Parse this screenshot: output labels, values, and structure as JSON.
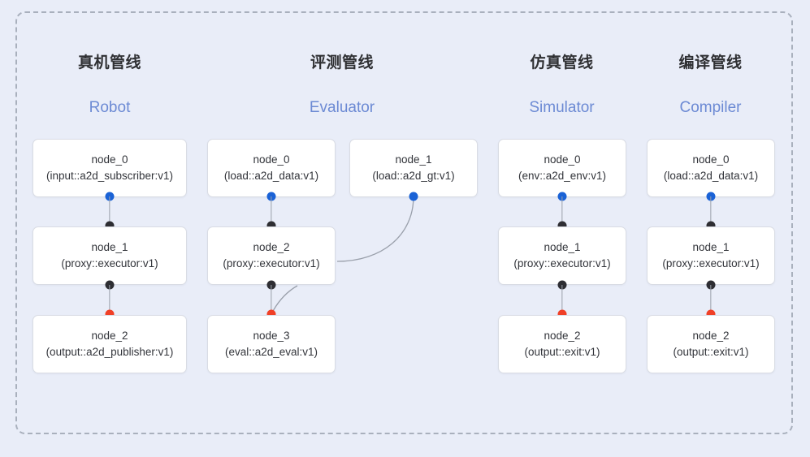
{
  "canvas": {
    "background": "#e9edf8",
    "frame_border_color": "#a9b0bd"
  },
  "colors": {
    "accent_blue": "#1a62d6",
    "dot_black": "#2e2e33",
    "dot_red": "#f04027",
    "header_en": "#6c8ad4",
    "header_cn": "#2f3033",
    "edge": "#9aa0ab"
  },
  "columns": [
    {
      "key": "robot",
      "title_cn": "真机管线",
      "title_en": "Robot",
      "nodes": [
        {
          "id": "node_0",
          "type": "(input::a2d_subscriber:v1)"
        },
        {
          "id": "node_1",
          "type": "(proxy::executor:v1)"
        },
        {
          "id": "node_2",
          "type": "(output::a2d_publisher:v1)"
        }
      ]
    },
    {
      "key": "evaluator",
      "title_cn": "评测管线",
      "title_en": "Evaluator",
      "nodes": [
        {
          "id": "node_0",
          "type": "(load::a2d_data:v1)"
        },
        {
          "id": "node_1",
          "type": "(load::a2d_gt:v1)"
        },
        {
          "id": "node_2",
          "type": "(proxy::executor:v1)"
        },
        {
          "id": "node_3",
          "type": "(eval::a2d_eval:v1)"
        }
      ]
    },
    {
      "key": "simulator",
      "title_cn": "仿真管线",
      "title_en": "Simulator",
      "nodes": [
        {
          "id": "node_0",
          "type": "(env::a2d_env:v1)"
        },
        {
          "id": "node_1",
          "type": "(proxy::executor:v1)"
        },
        {
          "id": "node_2",
          "type": "(output::exit:v1)"
        }
      ]
    },
    {
      "key": "compiler",
      "title_cn": "编译管线",
      "title_en": "Compiler",
      "nodes": [
        {
          "id": "node_0",
          "type": "(load::a2d_data:v1)"
        },
        {
          "id": "node_1",
          "type": "(proxy::executor:v1)"
        },
        {
          "id": "node_2",
          "type": "(output::exit:v1)"
        }
      ]
    }
  ]
}
